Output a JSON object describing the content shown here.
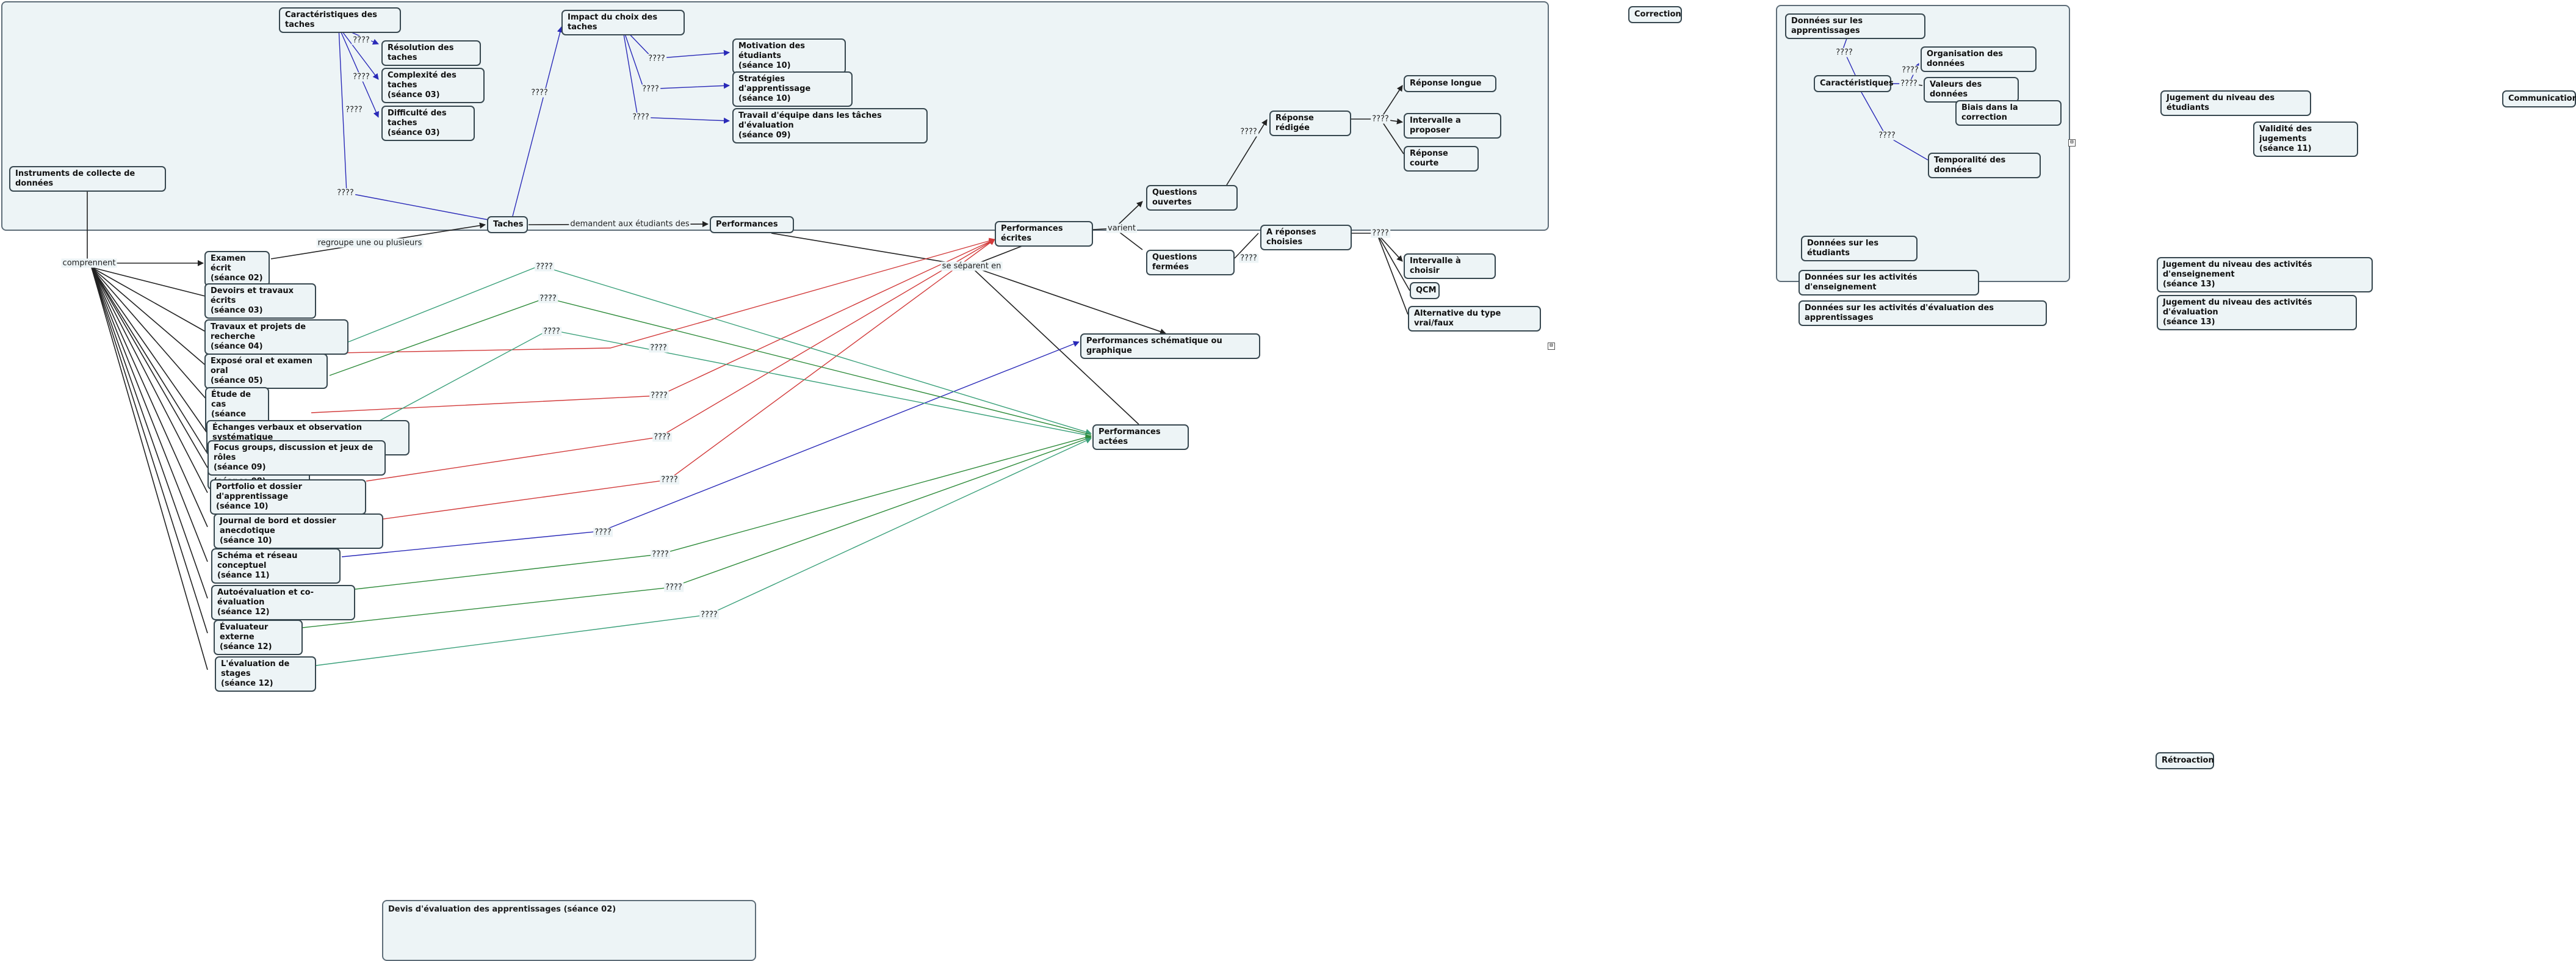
{
  "colors": {
    "black": "#222222",
    "blue": "#2a2ab8",
    "red": "#d23a3a",
    "green": "#2e8b3a",
    "teal": "#3aa07a"
  },
  "groups": {
    "main_title": "",
    "devis_title": "Devis d'évaluation des apprentissages (séance 02)",
    "correction_title": ""
  },
  "nodes": {
    "instruments": "Instruments de collecte de données",
    "caract_taches": "Caractéristiques des taches",
    "resolution": "Résolution des taches",
    "complexite": "Complexité des taches\n(séance 03)",
    "difficulte": "Difficulté des taches\n(séance 03)",
    "impact": "Impact du choix des taches",
    "motivation": "Motivation des étudiants\n(séance 10)",
    "strategies": "Stratégies d'apprentissage\n(séance 10)",
    "travail_equipe": "Travail d'équipe dans les tâches d'évaluation\n(séance 09)",
    "taches": "Taches",
    "performances": "Performances",
    "perf_ecrites": "Performances écrites",
    "questions_ouvertes": "Questions ouvertes",
    "questions_fermees": "Questions fermées",
    "reponse_redigee": "Réponse rédigée",
    "reponse_longue": "Réponse longue",
    "intervalle_proposer": "Intervalle a proposer",
    "reponse_courte": "Réponse courte",
    "reponses_choisies": "A réponses choisies",
    "intervalle_choisir": "Intervalle à choisir",
    "qcm": "QCM",
    "vrai_faux": "Alternative du type vrai/faux",
    "perf_schematique": "Performances schématique ou graphique",
    "perf_actees": "Performances actées",
    "examen_ecrit": "Examen écrit\n(séance 02)",
    "devoirs": "Devoirs et travaux écrits\n(séance 03)",
    "travaux_projets": "Travaux et projets de recherche\n(séance 04)",
    "expose": "Exposé oral et examen oral\n(séance 05)",
    "etude_cas": "Étude de cas\n(séance 07)",
    "echanges": "Échanges verbaux et observation systématique\n(séance 08)",
    "rapport": "Rapport de laboratoire\n(séance 08)",
    "focus": "Focus groups, discussion et jeux de rôles\n(séance 09)",
    "portfolio": "Portfolio et dossier d'apprentissage\n(séance 10)",
    "journal": "Journal de bord et dossier anecdotique\n(séance 10)",
    "schema": "Schéma et réseau conceptuel\n(séance 11)",
    "autoevaluation": "Autoévaluation et co-évaluation\n(séance 12)",
    "evaluateur": "Évaluateur externe\n(séance 12)",
    "stages": "L'évaluation de stages\n(séance 12)",
    "correction": "Correction",
    "donnees_apprentissages": "Données sur les apprentissages",
    "caracteristiques": "Caractéristiques",
    "organisation": "Organisation des données",
    "valeurs": "Valeurs des données",
    "biais": "Biais dans la correction",
    "temporalite": "Temporalité des données",
    "donnees_etudiants": "Données sur les étudiants",
    "donnees_enseignement": "Données sur les activités d'enseignement",
    "donnees_evaluation": "Données sur les activités d'évaluation des apprentissages",
    "jugement_etudiants": "Jugement du niveau des étudiants",
    "communication": "Communication",
    "validite": "Validité des jugements\n(séance 11)",
    "jugement_enseignement": "Jugement du niveau des activités d'enseignement\n(séance 13)",
    "jugement_evaluation": "Jugement du niveau des activités d'évaluation\n(séance 13)",
    "retroaction": "Rétroaction"
  },
  "labels": {
    "comprennent": "comprennent",
    "regroupe": "regroupe une ou plusieurs",
    "demandent": "demandent aux étudiants des",
    "varient": "varient",
    "separent": "se séparent en",
    "unknown": "????"
  },
  "icons": {
    "collapse_main": "⊟",
    "collapse_correction": "⊟"
  }
}
